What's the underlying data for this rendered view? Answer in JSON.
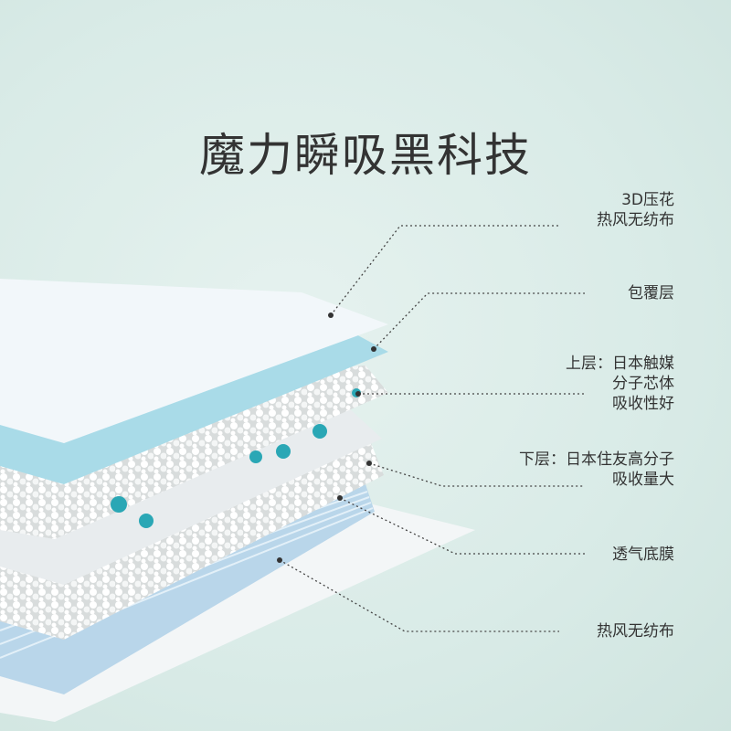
{
  "title": "魔力瞬吸黑科技",
  "labels": [
    {
      "lines": [
        "3D压花",
        "热风无纺布"
      ]
    },
    {
      "lines": [
        "包覆层"
      ]
    },
    {
      "lines": [
        "上层：日本触媒",
        "分子芯体",
        "吸收性好"
      ]
    },
    {
      "lines": [
        "下层：日本住友高分子",
        "吸收量大"
      ]
    },
    {
      "lines": [
        "透气底膜"
      ]
    },
    {
      "lines": [
        "热风无纺布"
      ]
    }
  ],
  "colors": {
    "accent_blue": "#a9dbe8",
    "bead_teal": "#2aa7b5",
    "text": "#333333"
  }
}
